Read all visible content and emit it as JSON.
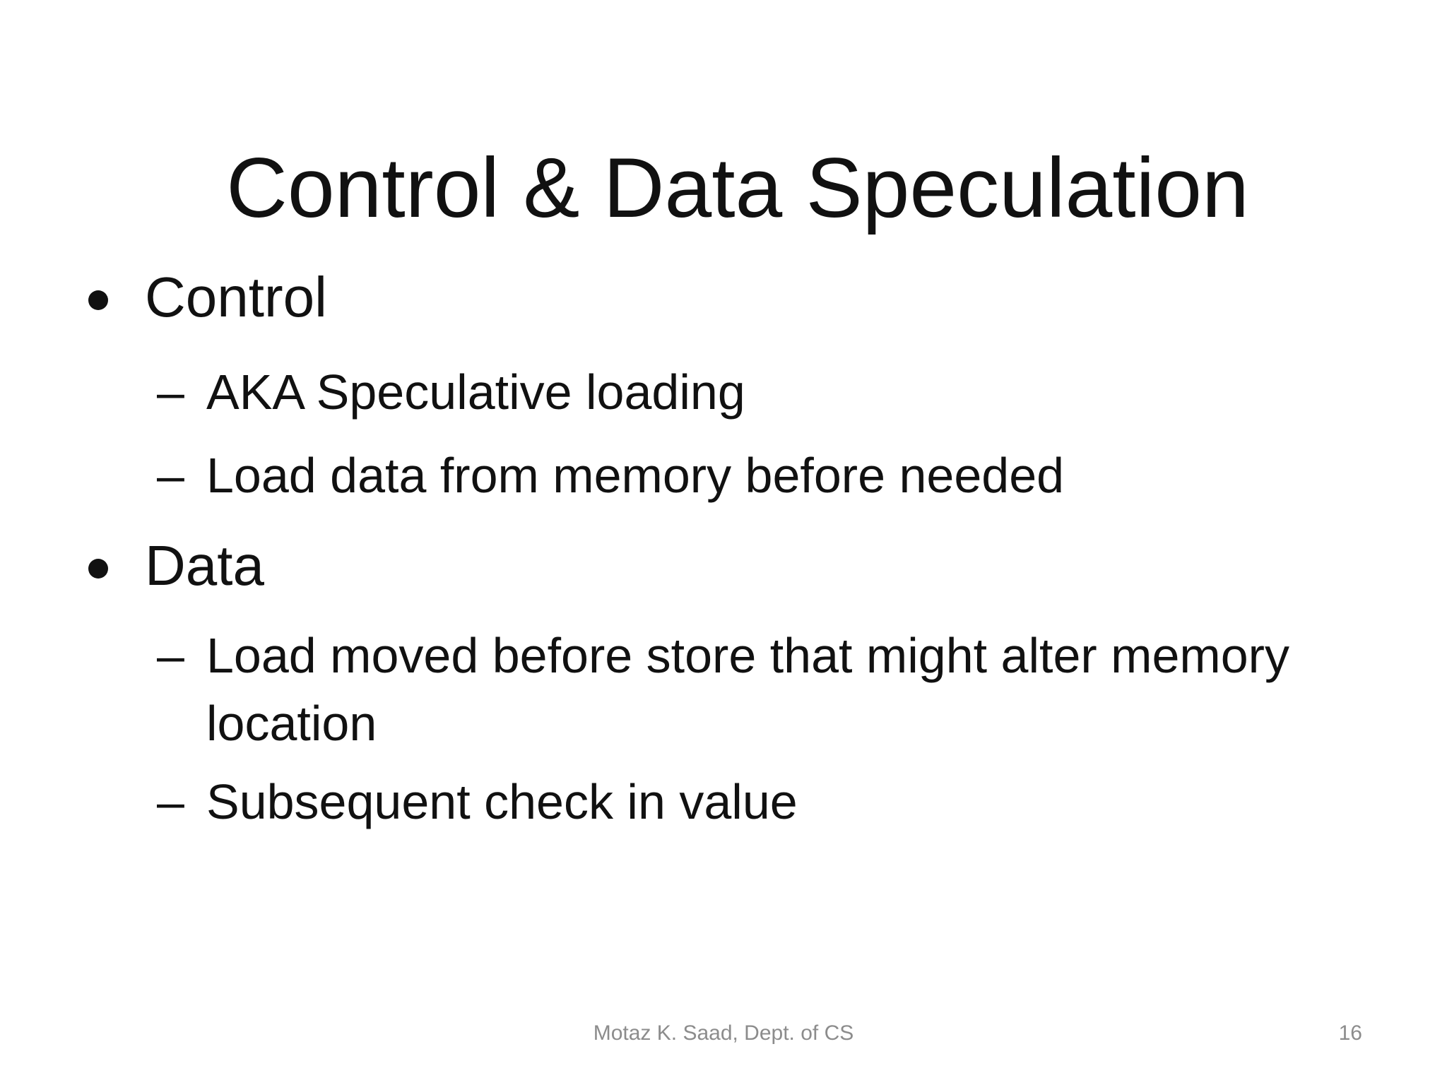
{
  "slide": {
    "title": "Control & Data Speculation",
    "bullets": [
      {
        "marker": "•",
        "label": "Control",
        "subs": [
          {
            "marker": "–",
            "text": "AKA Speculative loading"
          },
          {
            "marker": "–",
            "text": "Load data from memory before needed"
          }
        ]
      },
      {
        "marker": "•",
        "label": "Data",
        "subs": [
          {
            "marker": "–",
            "text": "Load moved before store that might alter memory location"
          },
          {
            "marker": "–",
            "text": "Subsequent check in value"
          }
        ]
      }
    ],
    "footer": {
      "author": "Motaz K. Saad, Dept. of CS",
      "page_number": "16"
    }
  },
  "colors": {
    "background": "#ffffff",
    "text": "#111111",
    "footer_text": "#8c8c8c"
  }
}
